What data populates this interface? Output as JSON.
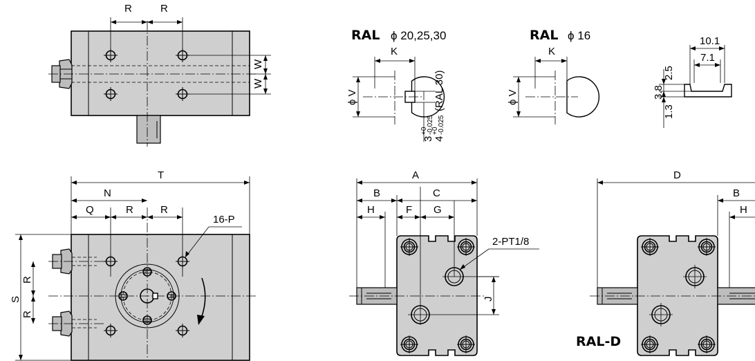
{
  "top_left_view": {
    "dim_r": "R",
    "dim_w": "W"
  },
  "section_ral_20": {
    "model": "RAL",
    "sizes": "ϕ 20,25,30",
    "dim_k": "K",
    "dim_v": "ϕ V",
    "tol_3": "3",
    "tol_4": "4",
    "tol_upper": "+0",
    "tol_lower": "-0.025",
    "ral30_note": "(RAL 30)"
  },
  "section_ral_16": {
    "model": "RAL",
    "sizes": "ϕ 16",
    "dim_k": "K",
    "dim_v": "ϕ V"
  },
  "key_detail": {
    "d_10_1": "10.1",
    "d_7_1": "7.1",
    "d_2_5": "2.5",
    "d_3_8": "3.8",
    "d_1_3": "1.3"
  },
  "bottom_left_view": {
    "T": "T",
    "N": "N",
    "Q": "Q",
    "R": "R",
    "hole_note": "16-P",
    "S": "S"
  },
  "side_view": {
    "A": "A",
    "B": "B",
    "C": "C",
    "H": "H",
    "F": "F",
    "G": "G",
    "J": "J",
    "port_note": "2-PT1/8"
  },
  "double_view": {
    "D": "D",
    "B": "B",
    "H": "H",
    "model": "RAL-D"
  }
}
